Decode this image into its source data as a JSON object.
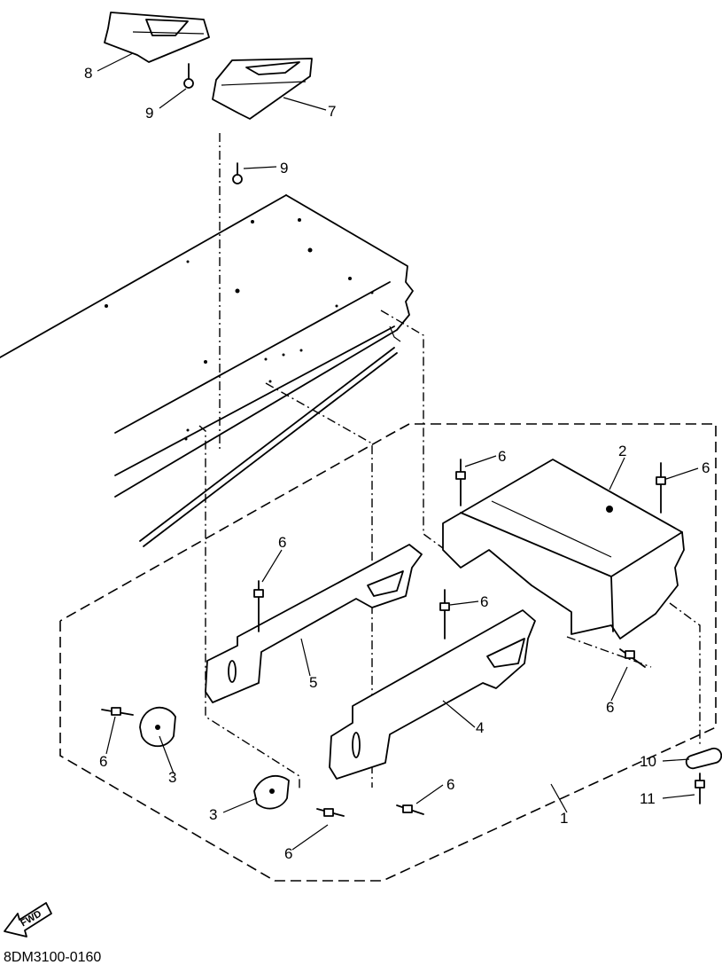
{
  "diagram": {
    "drawing_code": "8DM3100-0160",
    "direction_label": "FWD",
    "callouts": [
      "8",
      "9",
      "7",
      "9",
      "2",
      "6",
      "6",
      "6",
      "6",
      "5",
      "4",
      "6",
      "3",
      "6",
      "3",
      "6",
      "10",
      "11",
      "1",
      "6"
    ]
  }
}
